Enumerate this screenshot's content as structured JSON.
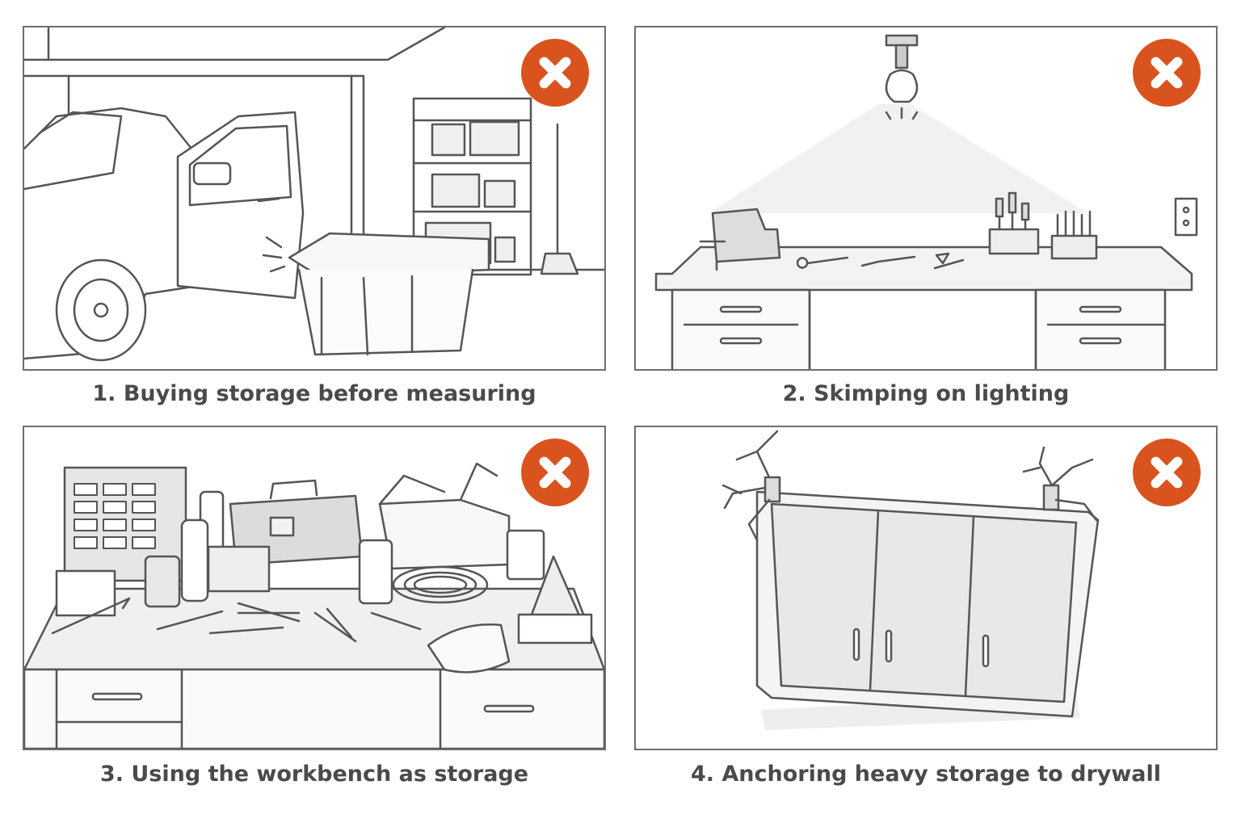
{
  "panels": [
    {
      "caption": "1. Buying storage before measuring",
      "status_icon": "x-mark-icon",
      "status_color": "#d9531f"
    },
    {
      "caption": "2. Skimping on lighting",
      "status_icon": "x-mark-icon",
      "status_color": "#d9531f"
    },
    {
      "caption": "3. Using the workbench as storage",
      "status_icon": "x-mark-icon",
      "status_color": "#d9531f"
    },
    {
      "caption": "4. Anchoring heavy storage to drywall",
      "status_icon": "x-mark-icon",
      "status_color": "#d9531f"
    }
  ]
}
